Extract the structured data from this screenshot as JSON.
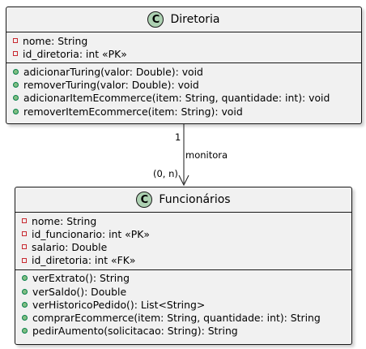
{
  "classes": {
    "diretoria": {
      "stereotype": "C",
      "name": "Diretoria",
      "attributes": [
        {
          "visibility": "private",
          "text": "nome: String"
        },
        {
          "visibility": "private",
          "text": "id_diretoria: int «PK»"
        }
      ],
      "methods": [
        {
          "visibility": "public",
          "text": "adicionarTuring(valor: Double): void"
        },
        {
          "visibility": "public",
          "text": "removerTuring(valor: Double): void"
        },
        {
          "visibility": "public",
          "text": "adicionarItemEcommerce(item: String, quantidade: int): void"
        },
        {
          "visibility": "public",
          "text": "removerItemEcommerce(item: String): void"
        }
      ]
    },
    "funcionarios": {
      "stereotype": "C",
      "name": "Funcionários",
      "attributes": [
        {
          "visibility": "private",
          "text": "nome: String"
        },
        {
          "visibility": "private",
          "text": "id_funcionario: int «PK»"
        },
        {
          "visibility": "private",
          "text": "salario: Double"
        },
        {
          "visibility": "private",
          "text": "id_diretoria: int «FK»"
        }
      ],
      "methods": [
        {
          "visibility": "public",
          "text": "verExtrato(): String"
        },
        {
          "visibility": "public",
          "text": "verSaldo(): Double"
        },
        {
          "visibility": "public",
          "text": "verHistoricoPedido(): List<String>"
        },
        {
          "visibility": "public",
          "text": "comprarEcommerce(item: String, quantidade: int): String"
        },
        {
          "visibility": "public",
          "text": "pedirAumento(solicitacao: String): String"
        }
      ]
    }
  },
  "association": {
    "label": "monitora",
    "source_multiplicity": "1",
    "target_multiplicity": "(0, n)"
  },
  "colors": {
    "class_fill": "#f1f1f1",
    "border": "#181818",
    "stereotype_fill": "#add1b2",
    "private_marker": "#c82930",
    "public_marker": "#038048"
  }
}
